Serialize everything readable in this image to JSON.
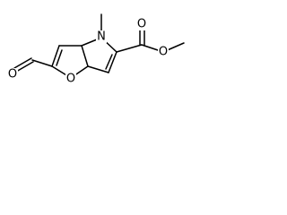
{
  "molecule": {
    "atoms": {
      "carbonyl_o_ald": {
        "label": "O"
      },
      "ring_o": {
        "label": "O"
      },
      "ring_n": {
        "label": "N"
      },
      "ester_o_double": {
        "label": "O"
      },
      "ester_o_single": {
        "label": "O"
      }
    }
  }
}
